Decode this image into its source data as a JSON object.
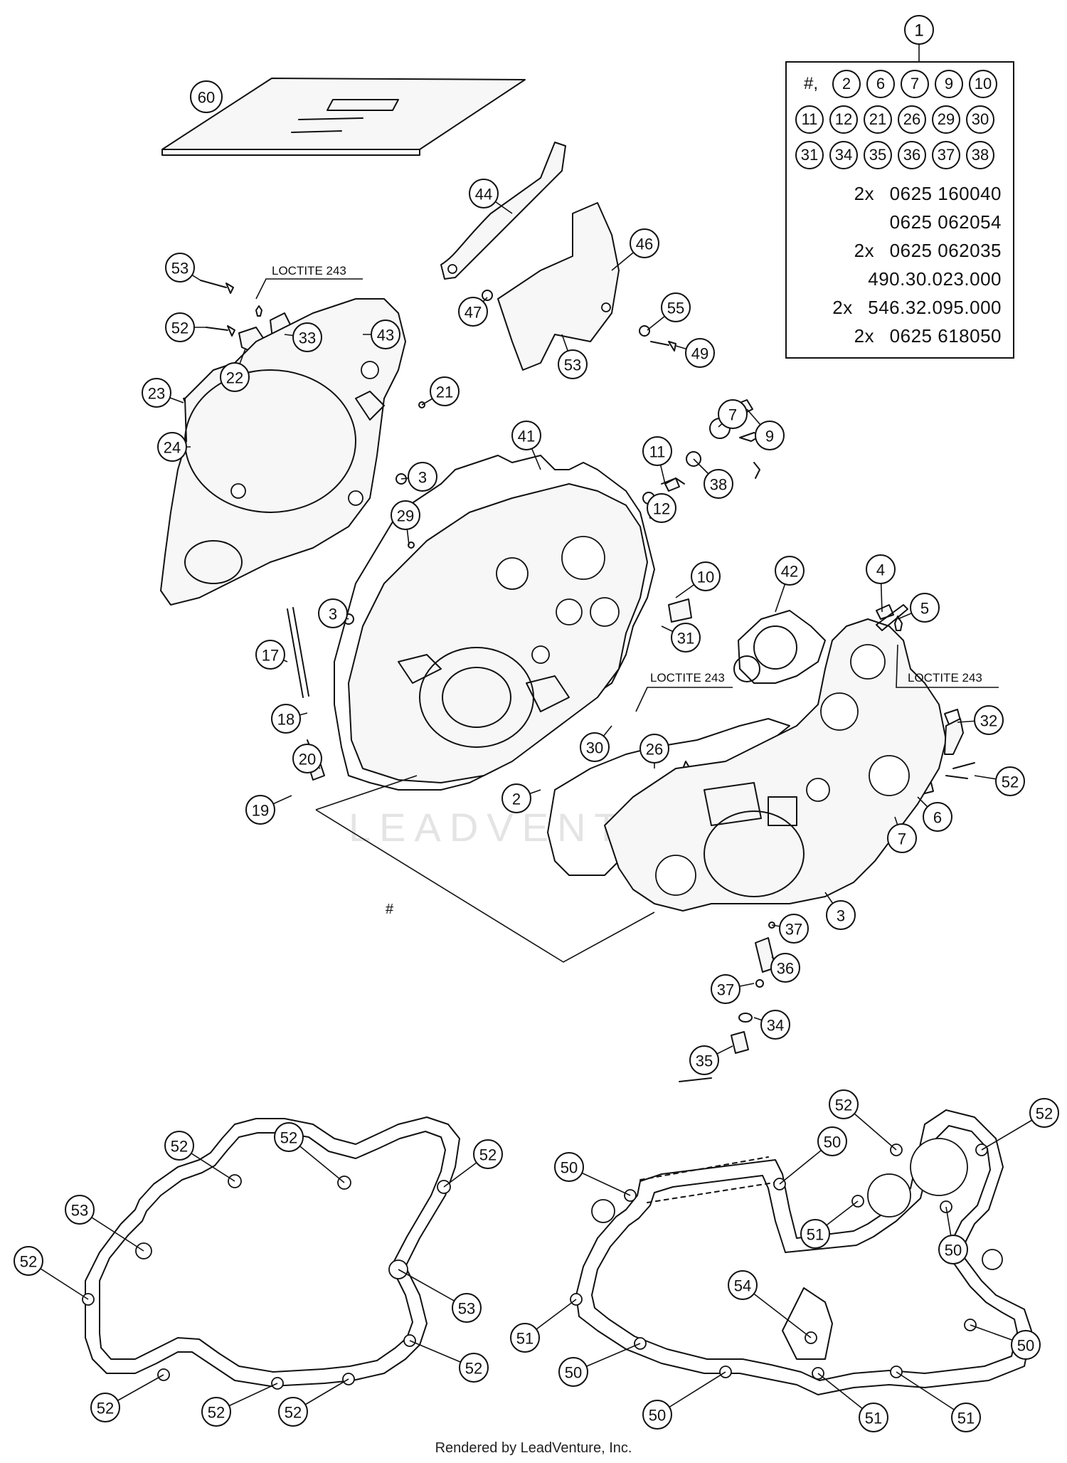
{
  "kit": {
    "number": "1",
    "hash": "#,",
    "rows": [
      [
        "2",
        "6",
        "7",
        "9",
        "10"
      ],
      [
        "11",
        "12",
        "21",
        "26",
        "29",
        "30"
      ],
      [
        "31",
        "34",
        "35",
        "36",
        "37",
        "38"
      ]
    ],
    "parts": [
      {
        "qty": "2x",
        "code": "0625 160040"
      },
      {
        "qty": "",
        "code": "0625 062054"
      },
      {
        "qty": "2x",
        "code": "0625 062035"
      },
      {
        "qty": "",
        "code": "490.30.023.000"
      },
      {
        "qty": "2x",
        "code": "546.32.095.000"
      },
      {
        "qty": "2x",
        "code": "0625 618050"
      }
    ]
  },
  "notes": {
    "loctite_1": "LOCTITE 243",
    "loctite_2": "LOCTITE 243",
    "loctite_3": "LOCTITE 243",
    "hash_mark": "#"
  },
  "watermark": "LEADVENTURE",
  "footer": "Rendered by LeadVenture, Inc.",
  "callouts": [
    {
      "id": "60",
      "label": "60"
    },
    {
      "id": "44",
      "label": "44"
    },
    {
      "id": "46",
      "label": "46"
    },
    {
      "id": "47",
      "label": "47"
    },
    {
      "id": "55",
      "label": "55"
    },
    {
      "id": "49",
      "label": "49"
    },
    {
      "id": "53a",
      "label": "53"
    },
    {
      "id": "53b",
      "label": "53"
    },
    {
      "id": "52a",
      "label": "52"
    },
    {
      "id": "33",
      "label": "33"
    },
    {
      "id": "22",
      "label": "22"
    },
    {
      "id": "43",
      "label": "43"
    },
    {
      "id": "23",
      "label": "23"
    },
    {
      "id": "24",
      "label": "24"
    },
    {
      "id": "21",
      "label": "21"
    },
    {
      "id": "3a",
      "label": "3"
    },
    {
      "id": "29",
      "label": "29"
    },
    {
      "id": "41",
      "label": "41"
    },
    {
      "id": "7a",
      "label": "7"
    },
    {
      "id": "9",
      "label": "9"
    },
    {
      "id": "11",
      "label": "11"
    },
    {
      "id": "38",
      "label": "38"
    },
    {
      "id": "12",
      "label": "12"
    },
    {
      "id": "10",
      "label": "10"
    },
    {
      "id": "42",
      "label": "42"
    },
    {
      "id": "4",
      "label": "4"
    },
    {
      "id": "5",
      "label": "5"
    },
    {
      "id": "31",
      "label": "31"
    },
    {
      "id": "3b",
      "label": "3"
    },
    {
      "id": "17",
      "label": "17"
    },
    {
      "id": "18",
      "label": "18"
    },
    {
      "id": "20",
      "label": "20"
    },
    {
      "id": "19",
      "label": "19"
    },
    {
      "id": "30",
      "label": "30"
    },
    {
      "id": "26",
      "label": "26"
    },
    {
      "id": "2",
      "label": "2"
    },
    {
      "id": "32",
      "label": "32"
    },
    {
      "id": "52b",
      "label": "52"
    },
    {
      "id": "6",
      "label": "6"
    },
    {
      "id": "7b",
      "label": "7"
    },
    {
      "id": "3c",
      "label": "3"
    },
    {
      "id": "37a",
      "label": "37"
    },
    {
      "id": "36",
      "label": "36"
    },
    {
      "id": "37b",
      "label": "37"
    },
    {
      "id": "34",
      "label": "34"
    },
    {
      "id": "35",
      "label": "35"
    },
    {
      "id": "g1_52a",
      "label": "52"
    },
    {
      "id": "g1_52b",
      "label": "52"
    },
    {
      "id": "g1_52c",
      "label": "52"
    },
    {
      "id": "g1_53a",
      "label": "53"
    },
    {
      "id": "g1_52d",
      "label": "52"
    },
    {
      "id": "g1_53b",
      "label": "53"
    },
    {
      "id": "g1_52e",
      "label": "52"
    },
    {
      "id": "g1_52f",
      "label": "52"
    },
    {
      "id": "g1_52g",
      "label": "52"
    },
    {
      "id": "g1_52h",
      "label": "52"
    },
    {
      "id": "g2_52a",
      "label": "52"
    },
    {
      "id": "g2_52b",
      "label": "52"
    },
    {
      "id": "g2_50a",
      "label": "50"
    },
    {
      "id": "g2_50b",
      "label": "50"
    },
    {
      "id": "g2_51a",
      "label": "51"
    },
    {
      "id": "g2_50c",
      "label": "50"
    },
    {
      "id": "g2_54",
      "label": "54"
    },
    {
      "id": "g2_51b",
      "label": "51"
    },
    {
      "id": "g2_50d",
      "label": "50"
    },
    {
      "id": "g2_50e",
      "label": "50"
    },
    {
      "id": "g2_50f",
      "label": "50"
    },
    {
      "id": "g2_51c",
      "label": "51"
    },
    {
      "id": "g2_51d",
      "label": "51"
    }
  ]
}
